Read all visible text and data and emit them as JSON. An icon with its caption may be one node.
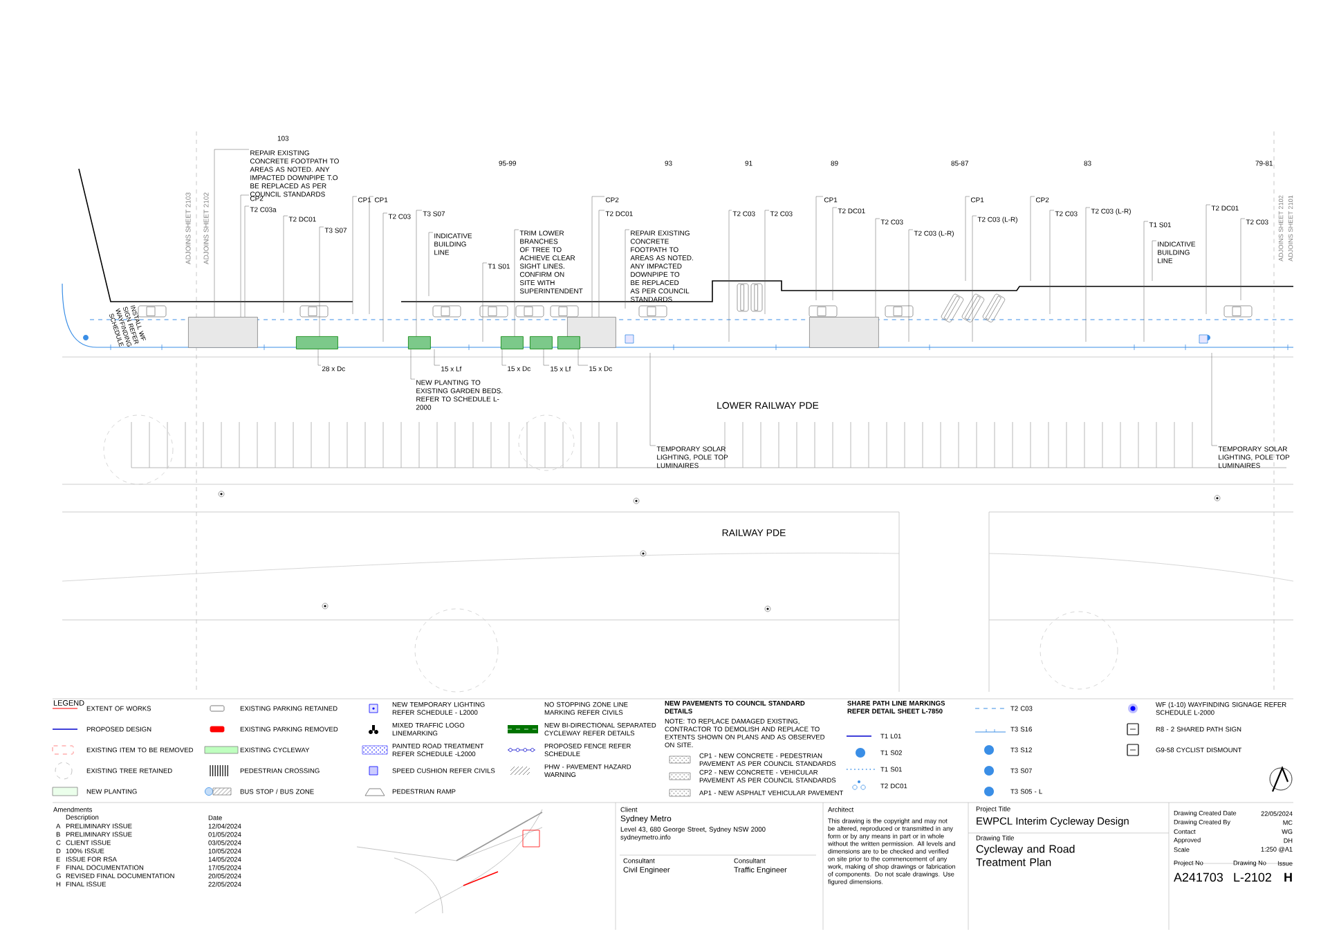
{
  "diagram": {
    "nodes": [
      {
        "text": [
          "REPAIR EXISTING CONCRETE FOOTPATH TO AREAS AS NOTED. ANY IMPACTED DOWNPIPE T.O BE REPLACED AS PER COUNCIL STANDARDS"
        ]
      },
      {
        "text": [
          "CP2"
        ]
      },
      {
        "text": [
          "CP1"
        ]
      },
      {
        "text": [
          "CP1"
        ]
      },
      {
        "text": [
          "CP2"
        ]
      },
      {
        "text": [
          "CP1"
        ]
      },
      {
        "text": [
          "CP1"
        ]
      },
      {
        "text": [
          "CP2"
        ]
      },
      {
        "text": [
          "T2 C03a"
        ]
      },
      {
        "text": [
          "T2 DC01"
        ]
      },
      {
        "text": [
          "T3 S07"
        ]
      },
      {
        "text": [
          "T2 C03"
        ]
      },
      {
        "text": [
          "T3 S07"
        ]
      },
      {
        "text": [
          "T2 DC01"
        ]
      },
      {
        "text": [
          "T2 C03"
        ]
      },
      {
        "text": [
          "T2 C03"
        ]
      },
      {
        "text": [
          "T2 DC01"
        ]
      },
      {
        "text": [
          "T2 C03"
        ]
      },
      {
        "text": [
          "T2 C03 (L-R)"
        ]
      },
      {
        "text": [
          "T2 C03 (L-R)"
        ]
      },
      {
        "text": [
          "T2 C03"
        ]
      },
      {
        "text": [
          "T2 C03 (L-R)"
        ]
      },
      {
        "text": [
          "T1 S01"
        ]
      },
      {
        "text": [
          "T2 DC01"
        ]
      },
      {
        "text": [
          "T2 C03"
        ]
      },
      {
        "text": [
          "INDICATIVE BUILDING LINE"
        ]
      },
      {
        "text": [
          "T1 S01"
        ]
      },
      {
        "text": [
          "TRIM LOWER BRANCHES OF TREE TO ACHIEVE CLEAR SIGHT LINES. CONFIRM ON SITE WITH SUPERINTENDENT"
        ]
      },
      {
        "text": [
          "REPAIR EXISTING CONCRETE FOOTPATH TO AREAS AS NOTED. ANY IMPACTED DOWNPIPE TO BE REPLACED AS PER COUNCIL STANDARDS"
        ]
      },
      {
        "text": [
          "INDICATIVE BUILDING LINE"
        ]
      },
      {
        "text": [
          "28 x Dc"
        ]
      },
      {
        "text": [
          "15 x Lf"
        ]
      },
      {
        "text": [
          "NEW PLANTING TO EXISTING GARDEN BEDS. REFER TO SCHEDULE L-2000"
        ]
      },
      {
        "text": [
          "15 x Dc"
        ]
      },
      {
        "text": [
          "15 x Lf"
        ]
      },
      {
        "text": [
          "15 x Dc"
        ]
      },
      {
        "text": [
          "TEMPORARY SOLAR LIGHTING, POLE TOP LUMINAIRES"
        ]
      },
      {
        "text": [
          "TEMPORARY SOLAR LIGHTING, POLE TOP LUMINAIRES"
        ]
      },
      {
        "text": [],
        "shape": "box"
      },
      {
        "text": [],
        "shape": "box"
      },
      {
        "text": [],
        "shape": "box"
      },
      {
        "text": [],
        "shape": "box"
      },
      {
        "text": [],
        "shape": "box"
      },
      {
        "text": [],
        "shape": "box"
      },
      {
        "text": [],
        "shape": "box"
      },
      {
        "text": [],
        "shape": "box"
      }
    ],
    "edges": [
      {
        "from": 0,
        "to": 38,
        "arrow": "none"
      },
      {
        "from": 1,
        "to": 38,
        "arrow": "none"
      },
      {
        "from": 2,
        "to": null,
        "arrow": "none"
      },
      {
        "from": 3,
        "to": null,
        "arrow": "none"
      },
      {
        "from": 4,
        "to": 39,
        "arrow": "none"
      },
      {
        "from": 5,
        "to": null,
        "arrow": "none"
      },
      {
        "from": 6,
        "to": null,
        "arrow": "none"
      },
      {
        "from": 7,
        "to": null,
        "arrow": "none"
      },
      {
        "from": 8,
        "to": 38,
        "arrow": "none"
      },
      {
        "from": 9,
        "to": null,
        "arrow": "none"
      },
      {
        "from": 10,
        "to": 41,
        "arrow": "none"
      },
      {
        "from": 11,
        "to": null,
        "arrow": "none"
      },
      {
        "from": 12,
        "to": 42,
        "arrow": "none"
      },
      {
        "from": 13,
        "to": 39,
        "arrow": "none"
      },
      {
        "from": 14,
        "to": null,
        "arrow": "none"
      },
      {
        "from": 15,
        "to": null,
        "arrow": "none"
      },
      {
        "from": 16,
        "to": null,
        "arrow": "none"
      },
      {
        "from": 17,
        "to": 40,
        "arrow": "none"
      },
      {
        "from": 18,
        "to": null,
        "arrow": "none"
      },
      {
        "from": 19,
        "to": null,
        "arrow": "none"
      },
      {
        "from": 20,
        "to": null,
        "arrow": "none"
      },
      {
        "from": 21,
        "to": null,
        "arrow": "none"
      },
      {
        "from": 22,
        "to": null,
        "arrow": "none"
      },
      {
        "from": 23,
        "to": null,
        "arrow": "none"
      },
      {
        "from": 24,
        "to": null,
        "arrow": "none"
      },
      {
        "from": 25,
        "to": null,
        "arrow": "none"
      },
      {
        "from": 26,
        "to": null,
        "arrow": "none"
      },
      {
        "from": 27,
        "to": 43,
        "arrow": "none"
      },
      {
        "from": 28,
        "to": null,
        "arrow": "none"
      },
      {
        "from": 29,
        "to": null,
        "arrow": "none"
      },
      {
        "from": 30,
        "to": 41,
        "arrow": "none"
      },
      {
        "from": 31,
        "to": 42,
        "arrow": "none"
      },
      {
        "from": 32,
        "to": 42,
        "arrow": "none"
      },
      {
        "from": 33,
        "to": 43,
        "arrow": "none"
      },
      {
        "from": 34,
        "to": 44,
        "arrow": "none"
      },
      {
        "from": 35,
        "to": 45,
        "arrow": "none"
      },
      {
        "from": 36,
        "to": null,
        "arrow": "none"
      },
      {
        "from": 37,
        "to": null,
        "arrow": "none"
      }
    ],
    "labels": [
      "103",
      "95-99",
      "93",
      "91",
      "89",
      "85-87",
      "83",
      "79-81",
      "ADJOINS SHEET 2103",
      "ADJOINS SHEET 2102",
      "ADJOINS SHEET 2102",
      "ADJOINS SHEET 2101",
      "INSTALL WF SIGN REFER WAYFINDING SCHEDULE",
      "LOWER RAILWAY PDE",
      "RAILWAY PDE",
      "LEGEND",
      "NEW PAVEMENTS TO COUNCIL STANDARD DETAILS",
      "NOTE: TO REPLACE DAMAGED EXISTING, CONTRACTOR TO DEMOLISH AND REPLACE TO EXTENTS SHOWN ON PLANS AND AS OBSERVED ON SITE.",
      "SHARE PATH LINE MARKINGS REFER DETAIL SHEET L-7850",
      "Amendments",
      "Description",
      "Date",
      "A",
      "PRELIMINARY ISSUE",
      "12/04/2024",
      "B",
      "PRELIMINARY ISSUE",
      "01/05/2024",
      "C",
      "CLIENT ISSUE",
      "03/05/2024",
      "D",
      "100% ISSUE",
      "10/05/2024",
      "E",
      "ISSUE FOR RSA",
      "14/05/2024",
      "F",
      "FINAL DOCUMENTATION",
      "17/05/2024",
      "G",
      "REVISED FINAL DOCUMENTATION",
      "20/05/2024",
      "H",
      "FINAL ISSUE",
      "22/05/2024",
      "Client",
      "Sydney Metro",
      "Level 43, 680 George Street, Sydney NSW 2000 sydneymetro.info",
      "Consultant",
      "Civil Engineer",
      "Consultant",
      "Traffic Engineer",
      "Architect",
      "Project Title",
      "EWPCL Interim Cycleway Design",
      "Drawing Title",
      "Cycleway and Road Treatment Plan",
      "Drawing Created Date",
      "22/05/2024",
      "Drawing Created By",
      "MC",
      "Contact",
      "WG",
      "Approved",
      "DH",
      "Scale",
      "1:250 @A1",
      "Project No",
      "Drawing No",
      "Issue",
      "A241703",
      "L-2102",
      "H",
      "This drawing is the copyright and may not be altered, reproduced or transmitted in any form or by any means in part or in whole without the written permission. All levels and dimensions are to be checked and verified on site prior to the commencement of any work, making of shop drawings or fabrication of components. Do not scale drawings. Use figured dimensions."
    ],
    "legend": [
      {
        "text": "EXTENT OF WORKS"
      },
      {
        "text": "PROPOSED DESIGN"
      },
      {
        "text": "EXISTING ITEM TO BE REMOVED"
      },
      {
        "text": "EXISTING TREE RETAINED"
      },
      {
        "text": "NEW PLANTING"
      },
      {
        "text": "EXISTING PARKING RETAINED"
      },
      {
        "text": "EXISTING PARKING REMOVED"
      },
      {
        "text": "EXISTING CYCLEWAY"
      },
      {
        "text": "PEDESTRIAN CROSSING"
      },
      {
        "text": "BUS STOP / BUS ZONE"
      },
      {
        "text": "NEW TEMPORARY LIGHTING REFER SCHEDULE - L2000"
      },
      {
        "text": "MIXED TRAFFIC LOGO LINEMARKING"
      },
      {
        "text": "PAINTED ROAD TREATMENT REFER SCHEDULE -L2000"
      },
      {
        "text": "SPEED CUSHION REFER CIVILS"
      },
      {
        "text": "PEDESTRIAN RAMP"
      },
      {
        "text": "NO STOPPING ZONE LINE MARKING REFER CIVILS"
      },
      {
        "text": "NEW BI-DIRECTIONAL SEPARATED CYCLEWAY REFER DETAILS"
      },
      {
        "text": "PROPOSED FENCE REFER SCHEDULE"
      },
      {
        "text": "PHW - PAVEMENT HAZARD WARNING"
      },
      {
        "text": "CP1 - NEW CONCRETE - PEDESTRIAN PAVEMENT AS PER COUNCIL STANDARDS"
      },
      {
        "text": "CP2 - NEW CONCRETE - VEHICULAR PAVEMENT AS PER COUNCIL STANDARDS"
      },
      {
        "text": "AP1 - NEW ASPHALT VEHICULAR PAVEMENT"
      },
      {
        "text": "T1 L01"
      },
      {
        "text": "T1 S02"
      },
      {
        "text": "T1 S01"
      },
      {
        "text": "T2 DC01"
      },
      {
        "text": "T2 C03"
      },
      {
        "text": "T3 S16"
      },
      {
        "text": "T3 S12"
      },
      {
        "text": "T3 S07"
      },
      {
        "text": "T3 S05 - L"
      },
      {
        "text": "WF (1-10) WAYFINDING SIGNAGE REFER SCHEDULE L-2000"
      },
      {
        "text": "R8 - 2 SHARED PATH SIGN"
      },
      {
        "text": "G9-58 CYCLIST DISMOUNT"
      }
    ]
  }
}
